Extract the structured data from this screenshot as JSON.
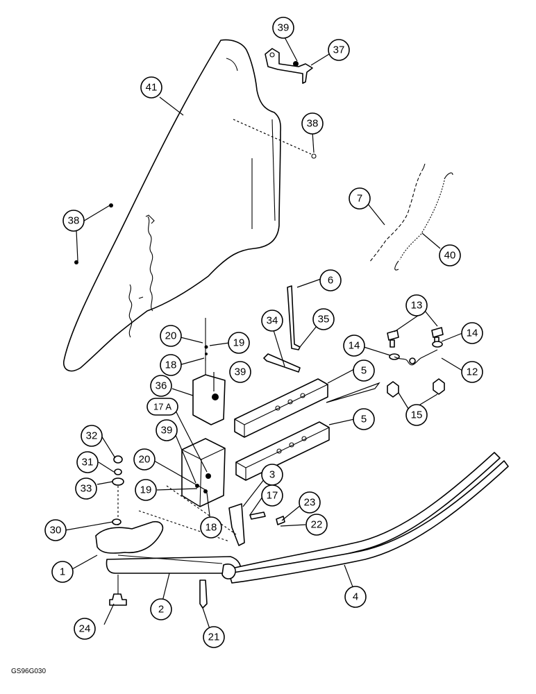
{
  "figure_code": "GS96G030",
  "callouts": [
    {
      "label": "39"
    },
    {
      "label": "37"
    },
    {
      "label": "41"
    },
    {
      "label": "38"
    },
    {
      "label": "38"
    },
    {
      "label": "7"
    },
    {
      "label": "40"
    },
    {
      "label": "6"
    },
    {
      "label": "13"
    },
    {
      "label": "14"
    },
    {
      "label": "14"
    },
    {
      "label": "34"
    },
    {
      "label": "35"
    },
    {
      "label": "12"
    },
    {
      "label": "20"
    },
    {
      "label": "19"
    },
    {
      "label": "18"
    },
    {
      "label": "39"
    },
    {
      "label": "5"
    },
    {
      "label": "15"
    },
    {
      "label": "36"
    },
    {
      "label": "17 A"
    },
    {
      "label": "5"
    },
    {
      "label": "32"
    },
    {
      "label": "39"
    },
    {
      "label": "31"
    },
    {
      "label": "20"
    },
    {
      "label": "33"
    },
    {
      "label": "3"
    },
    {
      "label": "19"
    },
    {
      "label": "17"
    },
    {
      "label": "23"
    },
    {
      "label": "18"
    },
    {
      "label": "30"
    },
    {
      "label": "22"
    },
    {
      "label": "1"
    },
    {
      "label": "2"
    },
    {
      "label": "4"
    },
    {
      "label": "24"
    },
    {
      "label": "21"
    }
  ]
}
